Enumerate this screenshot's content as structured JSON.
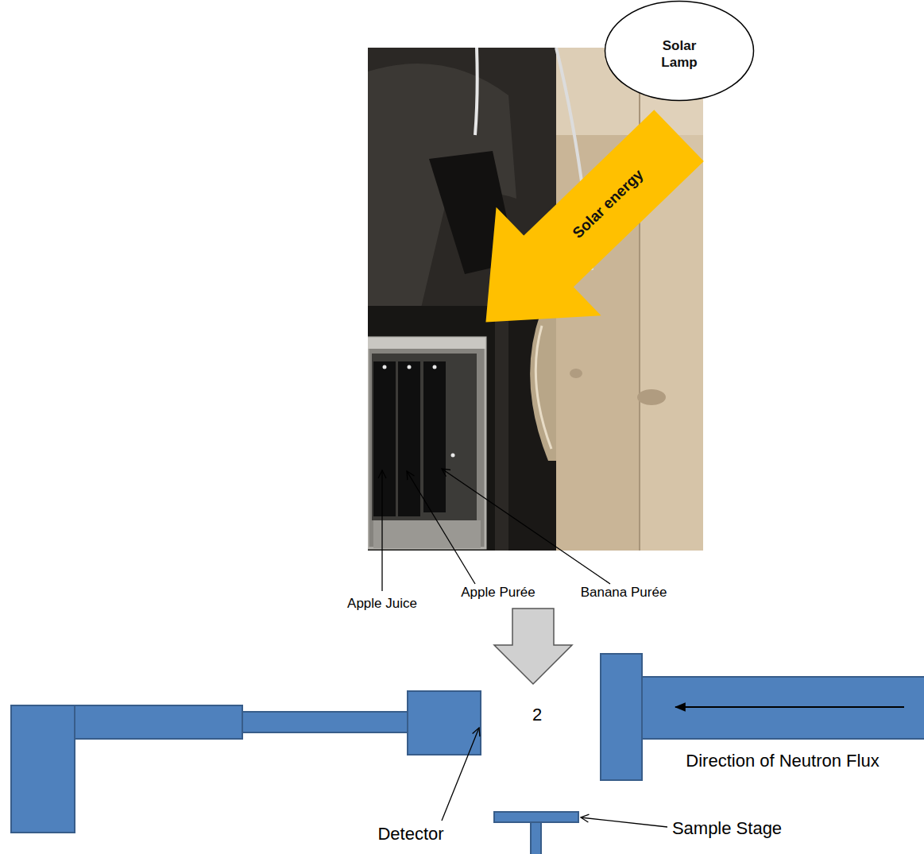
{
  "diagram": {
    "nodes": [
      {
        "text": [
          "Solar Lamp"
        ]
      },
      {
        "text": [
          "Solar energy"
        ]
      }
    ],
    "labels": [
      "Apple Juice",
      "Apple Purée",
      "Banana Purée",
      "2",
      "Detector",
      "Sample Stage",
      "Direction of Neutron Flux"
    ]
  }
}
